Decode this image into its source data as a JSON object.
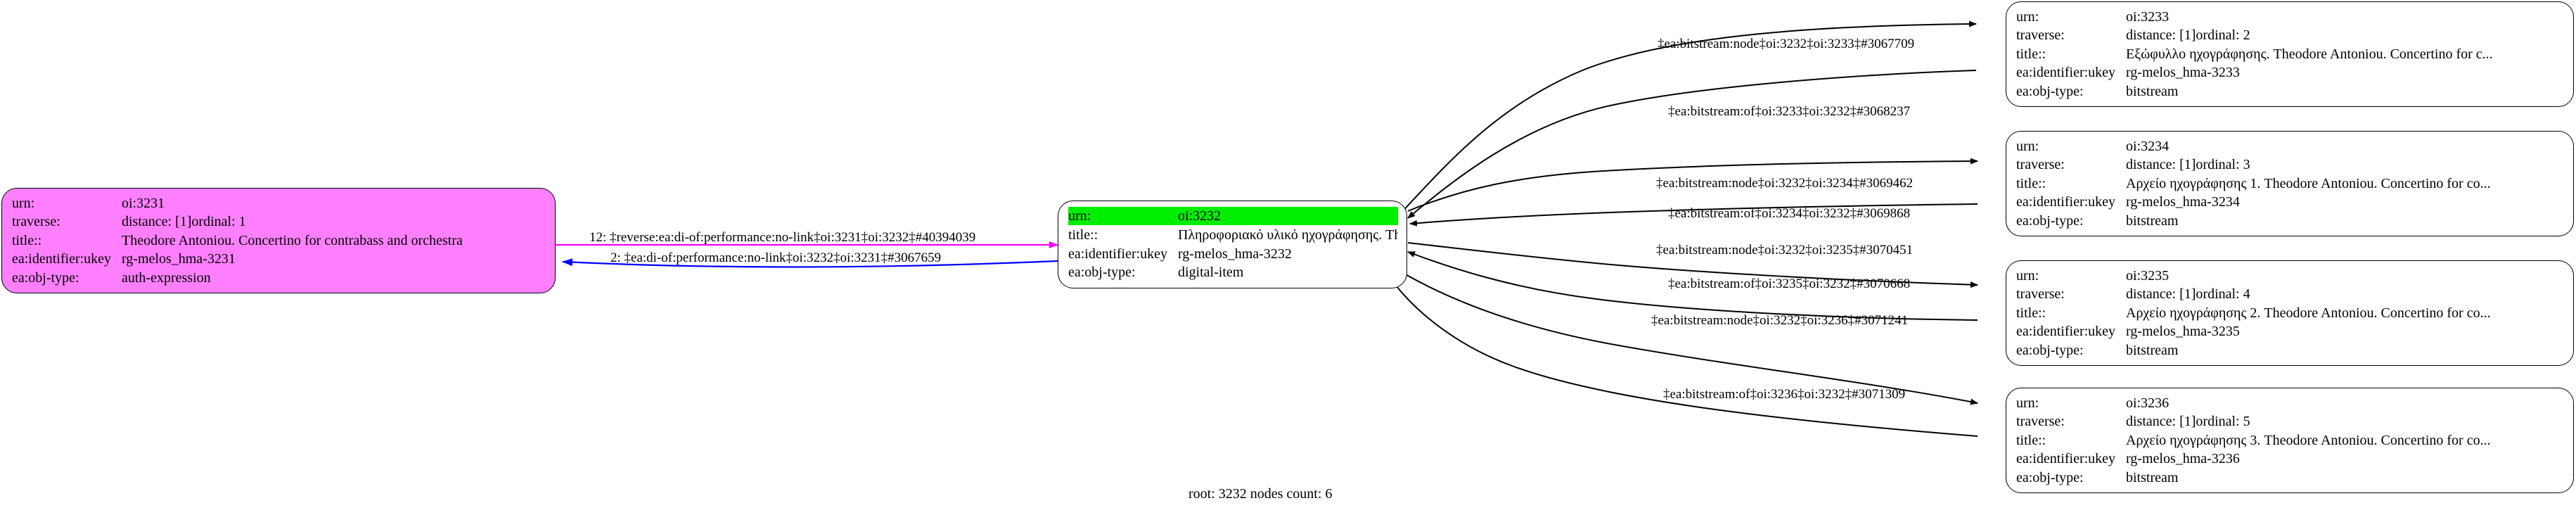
{
  "graph": {
    "footer": "root: 3232 nodes count: 6",
    "labels": {
      "urn": "urn:",
      "traverse": "traverse:",
      "title": "title::",
      "identifier": "ea:identifier:ukey",
      "objtype": "ea:obj-type:"
    },
    "colors": {
      "root_highlight": "#00ef00",
      "source_node_fill": "#ff80ff",
      "edge_forward": "#ff00ff",
      "edge_reverse": "#0000ff",
      "edge_default": "#000000",
      "node_stroke": "#000000",
      "background": "#ffffff"
    }
  },
  "nodes": [
    {
      "id": "oi-3231",
      "urn": "oi:3231",
      "traverse_distance": "distance: [1]",
      "traverse_ordinal": "ordinal: 1",
      "title": "Theodore Antoniou. Concertino for contrabass and orchestra",
      "identifier": "rg-melos_hma-3231",
      "objtype": "auth-expression",
      "fill": "magenta",
      "highlight_urn": false
    },
    {
      "id": "oi-3232",
      "urn": "oi:3232",
      "traverse_distance": "",
      "traverse_ordinal": "",
      "title": "Πληροφοριακό υλικό ηχογράφησης. Theodore Antoniou. Concert...",
      "identifier": "rg-melos_hma-3232",
      "objtype": "digital-item",
      "fill": "white",
      "highlight_urn": true
    },
    {
      "id": "oi-3233",
      "urn": "oi:3233",
      "traverse_distance": "distance: [1]",
      "traverse_ordinal": "ordinal: 2",
      "title": "Εξώφυλλο ηχογράφησης.  Theodore Antoniou. Concertino for c...",
      "identifier": "rg-melos_hma-3233",
      "objtype": "bitstream",
      "fill": "white",
      "highlight_urn": false
    },
    {
      "id": "oi-3234",
      "urn": "oi:3234",
      "traverse_distance": "distance: [1]",
      "traverse_ordinal": "ordinal: 3",
      "title": "Αρχείο ηχογράφησης 1. Theodore Antoniou. Concertino for co...",
      "identifier": "rg-melos_hma-3234",
      "objtype": "bitstream",
      "fill": "white",
      "highlight_urn": false
    },
    {
      "id": "oi-3235",
      "urn": "oi:3235",
      "traverse_distance": "distance: [1]",
      "traverse_ordinal": "ordinal: 4",
      "title": "Αρχείο ηχογράφησης 2. Theodore Antoniou. Concertino for co...",
      "identifier": "rg-melos_hma-3235",
      "objtype": "bitstream",
      "fill": "white",
      "highlight_urn": false
    },
    {
      "id": "oi-3236",
      "urn": "oi:3236",
      "traverse_distance": "distance: [1]",
      "traverse_ordinal": "ordinal: 5",
      "title": "Αρχείο ηχογράφησης 3. Theodore Antoniou. Concertino for co...",
      "identifier": "rg-melos_hma-3236",
      "objtype": "bitstream",
      "fill": "white",
      "highlight_urn": false
    }
  ],
  "edges": [
    {
      "id": "edge-3231-3232-reverse",
      "label": "12: ‡reverse:ea:di-of:performance:no-link‡oi:3231‡oi:3232‡#40394039",
      "color": "#ff00ff",
      "from": "oi:3231",
      "to": "oi:3232"
    },
    {
      "id": "edge-3232-3231",
      "label": "2: ‡ea:di-of:performance:no-link‡oi:3232‡oi:3231‡#3067659",
      "color": "#0000ff",
      "from": "oi:3232",
      "to": "oi:3231"
    },
    {
      "id": "edge-3232-3233-node",
      "label": "‡ea:bitstream:node‡oi:3232‡oi:3233‡#3067709",
      "color": "#000000",
      "from": "oi:3232",
      "to": "oi:3233"
    },
    {
      "id": "edge-3233-3232-of",
      "label": "‡ea:bitstream:of‡oi:3233‡oi:3232‡#3068237",
      "color": "#000000",
      "from": "oi:3233",
      "to": "oi:3232"
    },
    {
      "id": "edge-3232-3234-node",
      "label": "‡ea:bitstream:node‡oi:3232‡oi:3234‡#3069462",
      "color": "#000000",
      "from": "oi:3232",
      "to": "oi:3234"
    },
    {
      "id": "edge-3234-3232-of",
      "label": "‡ea:bitstream:of‡oi:3234‡oi:3232‡#3069868",
      "color": "#000000",
      "from": "oi:3234",
      "to": "oi:3232"
    },
    {
      "id": "edge-3232-3235-node",
      "label": "‡ea:bitstream:node‡oi:3232‡oi:3235‡#3070451",
      "color": "#000000",
      "from": "oi:3232",
      "to": "oi:3235"
    },
    {
      "id": "edge-3235-3232-of",
      "label": "‡ea:bitstream:of‡oi:3235‡oi:3232‡#3070668",
      "color": "#000000",
      "from": "oi:3235",
      "to": "oi:3232"
    },
    {
      "id": "edge-3232-3236-node",
      "label": "‡ea:bitstream:node‡oi:3232‡oi:3236‡#3071241",
      "color": "#000000",
      "from": "oi:3232",
      "to": "oi:3236"
    },
    {
      "id": "edge-3236-3232-of",
      "label": "‡ea:bitstream:of‡oi:3236‡oi:3232‡#3071309",
      "color": "#000000",
      "from": "oi:3236",
      "to": "oi:3232"
    }
  ]
}
